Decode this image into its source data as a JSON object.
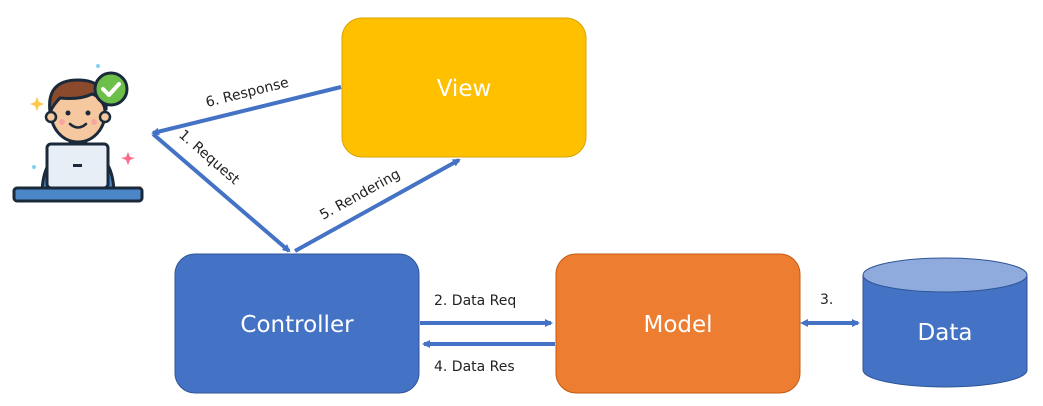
{
  "colors": {
    "view": "#FFC000",
    "controller": "#4472C4",
    "model": "#ED7D31",
    "data": "#4472C4",
    "data_top": "#8FAADC",
    "arrow": "#4472C4"
  },
  "nodes": {
    "user": {
      "icon": "user-laptop-icon"
    },
    "view": {
      "label": "View"
    },
    "controller": {
      "label": "Controller"
    },
    "model": {
      "label": "Model"
    },
    "data": {
      "label": "Data"
    }
  },
  "edges": {
    "request": "1. Request",
    "data_req": "2. Data Req",
    "data_exchange": "3.",
    "data_res": "4. Data Res",
    "rendering": "5. Rendering",
    "response": "6. Response"
  }
}
